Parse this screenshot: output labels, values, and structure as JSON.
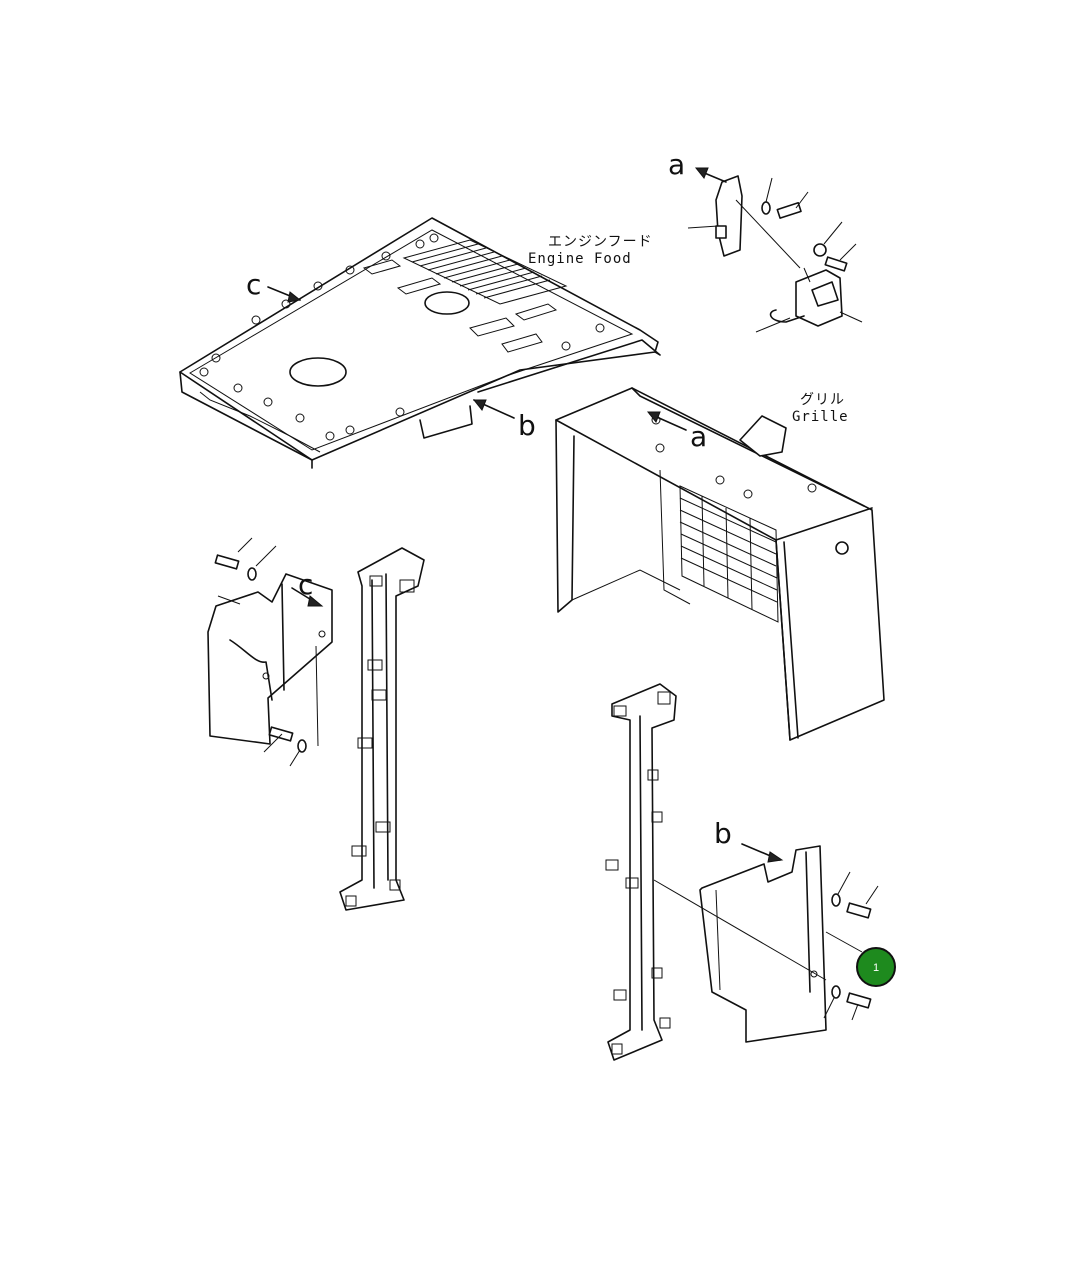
{
  "labels": {
    "engine_hood_jp": "エンジンフード",
    "engine_hood_en": "Engine Food",
    "grille_jp": "グリル",
    "grille_en": "Grille"
  },
  "arrows": {
    "a_top": "a",
    "a_grille": "a",
    "b_hood": "b",
    "b_cover": "b",
    "c_hood": "c",
    "c_cover": "c"
  },
  "callouts": [
    {
      "number": "1",
      "color": "#1e8a1e"
    }
  ]
}
